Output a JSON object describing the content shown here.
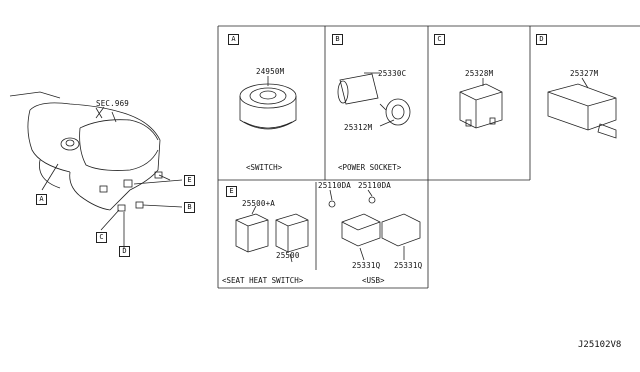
{
  "overview": {
    "sec_label": "SEC.969",
    "callouts": [
      "A",
      "B",
      "C",
      "D",
      "E"
    ]
  },
  "panels": {
    "A": {
      "letter": "A",
      "part": "24950M",
      "caption": "<SWITCH>"
    },
    "B": {
      "letter": "B",
      "parts": [
        "25330C",
        "25312M"
      ],
      "caption": "<POWER SOCKET>"
    },
    "C": {
      "letter": "C",
      "part": "25328M"
    },
    "D": {
      "letter": "D",
      "part": "25327M"
    },
    "E": {
      "letter": "E",
      "parts": [
        "25500+A",
        "25500"
      ],
      "caption": "<SEAT HEAT SWITCH>"
    },
    "USB": {
      "parts": [
        "25110DA",
        "25110DA",
        "25331Q",
        "25331Q"
      ],
      "caption": "<USB>"
    }
  },
  "diagram_id": "J25102V8"
}
